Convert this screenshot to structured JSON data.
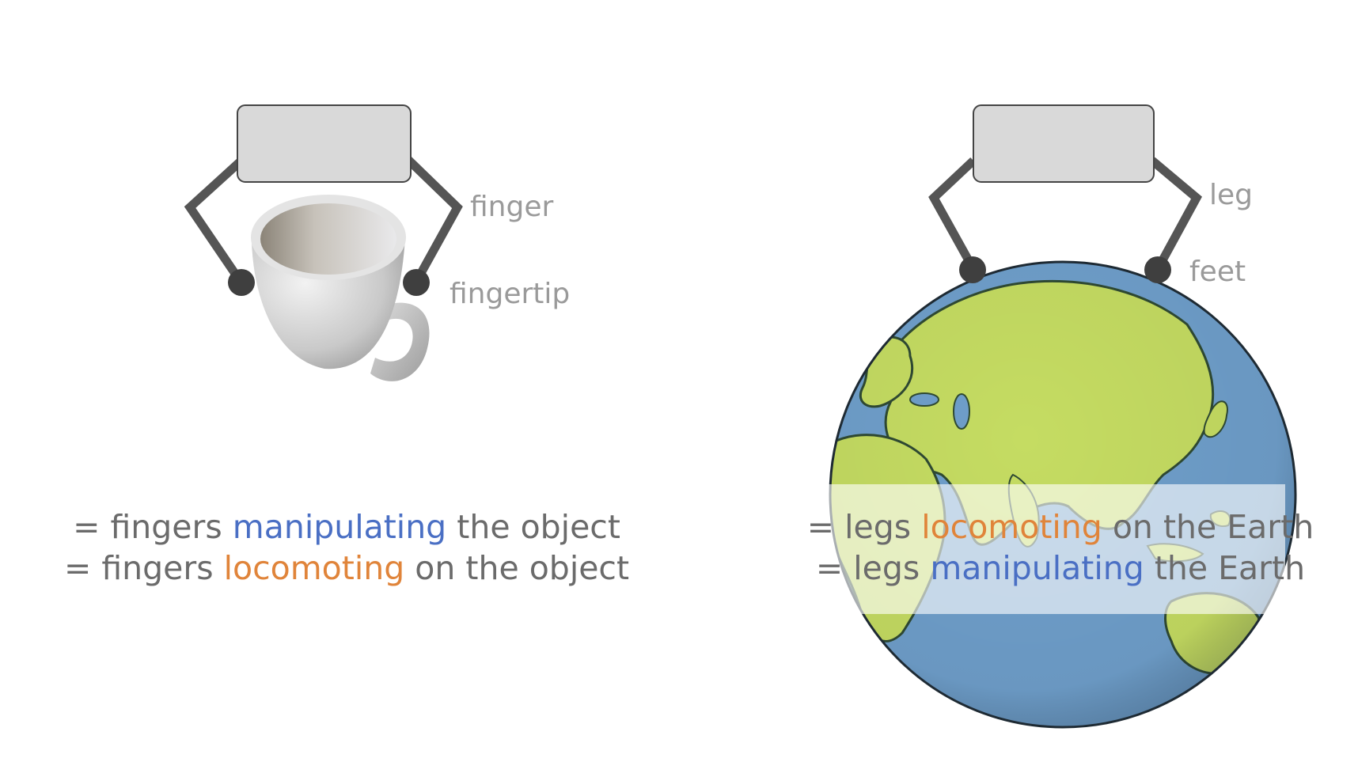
{
  "left_panel": {
    "labels": {
      "finger": "finger",
      "fingertip": "fingertip"
    },
    "caption": {
      "line1": {
        "prefix": "= fingers ",
        "highlight": "manipulating",
        "suffix": " the object",
        "highlight_color": "#4a6fc4"
      },
      "line2": {
        "prefix": "= fingers ",
        "highlight": "locomoting",
        "suffix": " on the object",
        "highlight_color": "#e0843a"
      }
    }
  },
  "right_panel": {
    "labels": {
      "leg": "leg",
      "feet": "feet"
    },
    "caption": {
      "line1": {
        "prefix": "= legs ",
        "highlight": "locomoting",
        "suffix": " on the Earth",
        "highlight_color": "#e0843a"
      },
      "line2": {
        "prefix": "= legs ",
        "highlight": "manipulating",
        "suffix": " the Earth",
        "highlight_color": "#4a6fc4"
      }
    }
  },
  "colors": {
    "text_gray": "#6b6b6b",
    "label_gray": "#9a9a9a",
    "manipulating_blue": "#4a6fc4",
    "locomoting_orange": "#e0843a",
    "ocean_blue": "#6f9fcb",
    "land_green": "#c5dc62",
    "body_fill": "#d9d9d9",
    "limb_gray": "#555555",
    "joint_dark": "#3f3f3f"
  }
}
